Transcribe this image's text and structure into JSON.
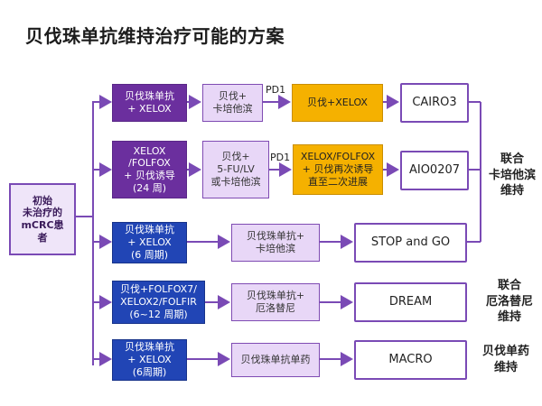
{
  "title": "贝伐珠单抗维持治疗可能的方案",
  "origin": [
    "初始",
    "未治疗的",
    "mCRC患",
    "者"
  ],
  "rows": [
    {
      "induction": [
        "贝伐珠单抗",
        "+ XELOX"
      ],
      "maintenance": [
        "贝伐+",
        "卡培他滨"
      ],
      "label": "PD1",
      "reintro": [
        "贝伐+XELOX"
      ],
      "trial": "CAIRO3"
    },
    {
      "induction": [
        "XELOX",
        "/FOLFOX",
        "+ 贝伐诱导",
        "(24 周)"
      ],
      "maintenance": [
        "贝伐+",
        "5-FU/LV",
        "或卡培他滨"
      ],
      "label": "PD1",
      "reintro": [
        "XELOX/FOLFOX",
        "+ 贝伐再次诱导",
        "直至二次进展"
      ],
      "trial": "AIO0207"
    },
    {
      "induction": [
        "贝伐珠单抗",
        "+ XELOX",
        "(6 周期)"
      ],
      "maintenance": [
        "贝伐珠单抗+",
        "卡培他滨"
      ],
      "trial": "STOP and GO"
    },
    {
      "induction": [
        "贝伐+FOLFOX7/",
        "XELOX2/FOLFIR",
        "(6~12 周期)"
      ],
      "maintenance": [
        "贝伐珠单抗+",
        "厄洛替尼"
      ],
      "trial": "DREAM"
    },
    {
      "induction": [
        "贝伐珠单抗",
        "+ XELOX",
        "(6周期)"
      ],
      "maintenance": [
        "贝伐珠单抗单药"
      ],
      "trial": "MACRO"
    }
  ],
  "groups": [
    [
      "联合",
      "卡培他滨",
      "维持"
    ],
    [
      "联合",
      "厄洛替尼",
      "维持"
    ],
    [
      "贝伐单药",
      "维持"
    ]
  ],
  "colors": {
    "arrow": "#7a4ab5",
    "purple": "#6b2f9e",
    "blue": "#2145b5",
    "gold": "#f5b100"
  }
}
